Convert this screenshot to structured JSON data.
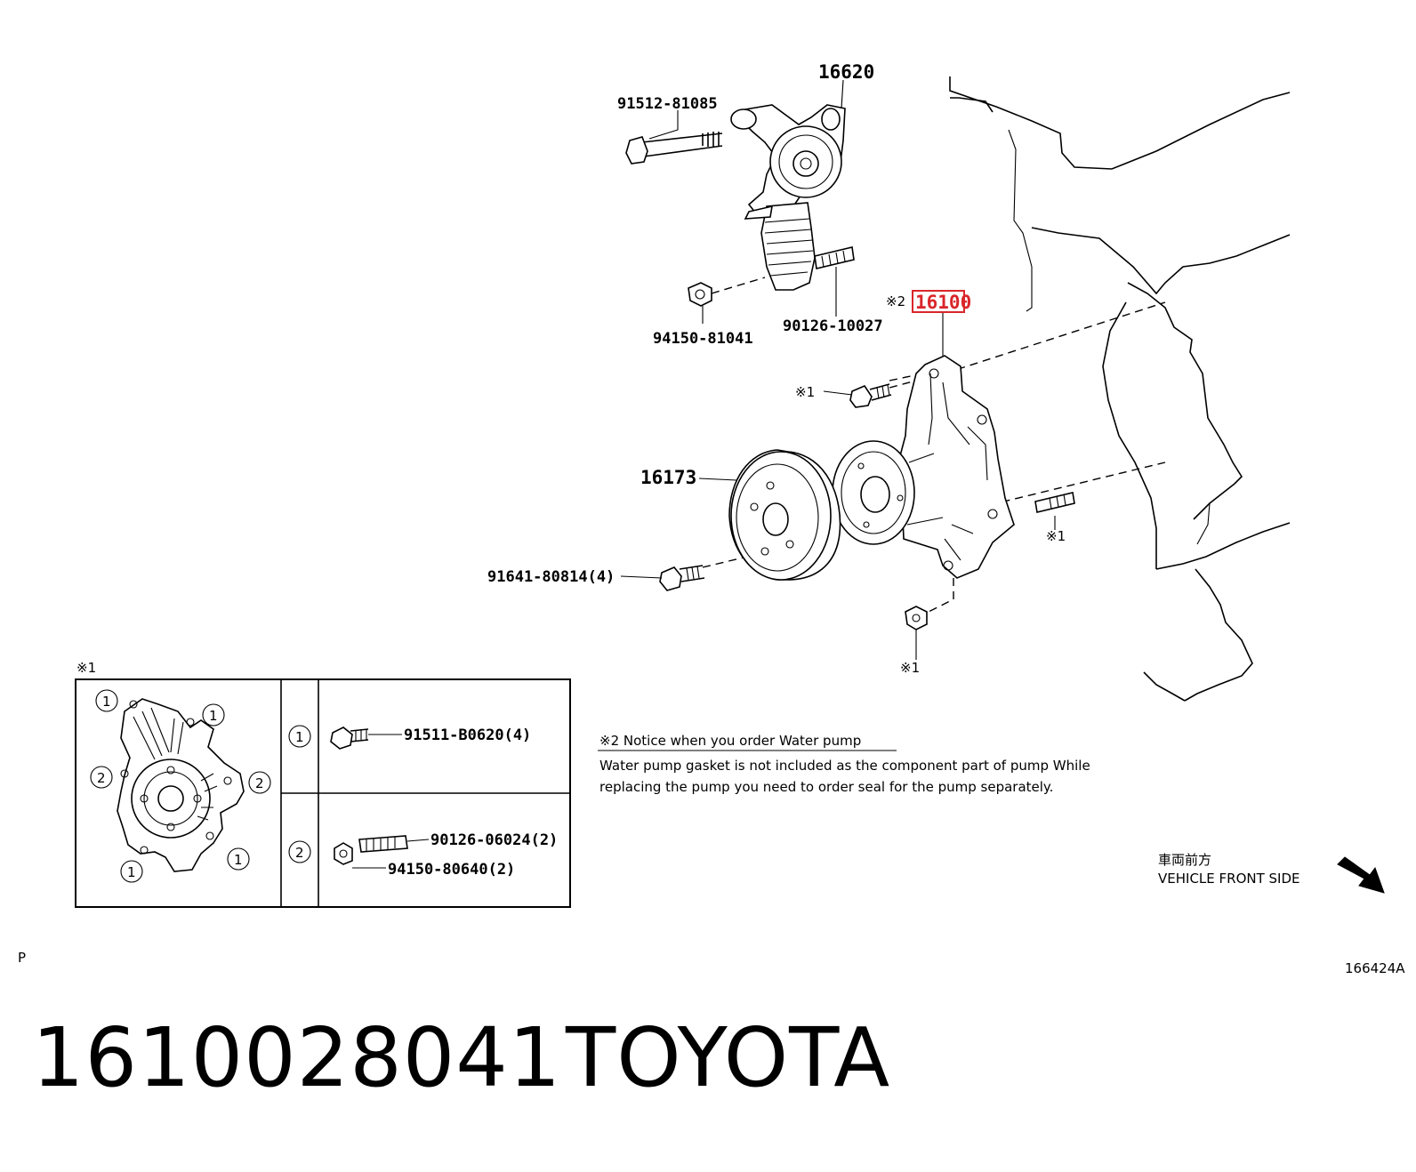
{
  "callouts": {
    "tensioner": "16620",
    "tensioner_bolt": "91512-81085",
    "tensioner_nut": "94150-81041",
    "tensioner_stud": "90126-10027",
    "water_pump_mark": "※2",
    "water_pump": "16100",
    "pulley": "16173",
    "pulley_bolt": "91641-80814(4)",
    "mark_1": "※1"
  },
  "detail_box": {
    "title": "※1",
    "circle_1": "1",
    "circle_2": "2",
    "row1_part": "91511-B0620(4)",
    "row2_stud": "90126-06024(2)",
    "row2_nut": "94150-80640(2)"
  },
  "notice": {
    "heading": "※2 Notice when you order Water pump",
    "line1": "Water pump gasket is not included as the component part of pump While",
    "line2": "replacing the pump you need to order seal for the pump separately."
  },
  "front_label": {
    "jp": "車両前方",
    "en": "VEHICLE FRONT SIDE"
  },
  "corner_left": "P",
  "diagram_code": "166424A",
  "footer": {
    "part_number": "1610028041",
    "brand": "TOYOTA"
  },
  "colors": {
    "highlight": "#d9262b",
    "line": "#000000"
  }
}
